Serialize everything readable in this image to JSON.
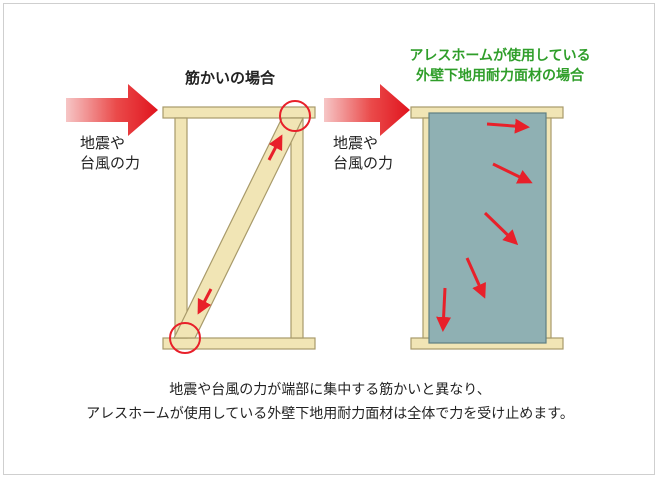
{
  "left_panel": {
    "title": "筋かいの場合",
    "force_label_line1": "地震や",
    "force_label_line2": "台風の力"
  },
  "right_panel": {
    "title_line1": "アレスホームが使用している",
    "title_line2": "外壁下地用耐力面材の場合",
    "force_label_line1": "地震や",
    "force_label_line2": "台風の力"
  },
  "caption": {
    "line1": "地震や台風の力が端部に集中する筋かいと異なり、",
    "line2": "アレスホームが使用している外壁下地用耐力面材は全体で力を受け止めます。"
  },
  "colors": {
    "wood": "#f1e5b5",
    "wood_edge": "#a89a6a",
    "panel": "#8fb0b3",
    "arrow_red": "#e8202a",
    "title_green": "#2f9e2a"
  }
}
